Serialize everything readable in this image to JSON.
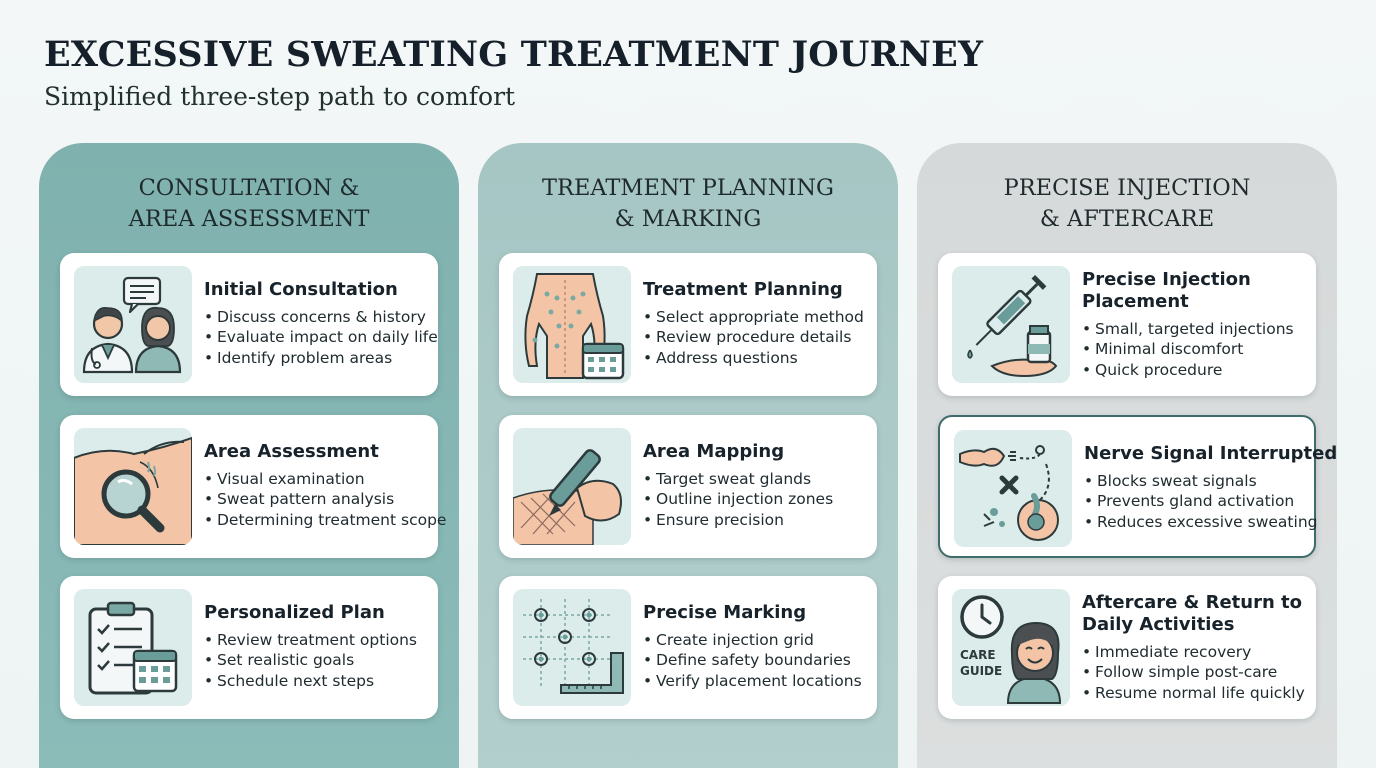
{
  "header": {
    "title": "EXCESSIVE SWEATING TREATMENT JOURNEY",
    "subtitle": "Simplified three-step path to comfort"
  },
  "columns": [
    {
      "heading_line1": "CONSULTATION &",
      "heading_line2": "AREA ASSESSMENT",
      "cards": [
        {
          "title": "Initial Consultation",
          "icon": "doctor-patient-icon",
          "bullets": [
            "Discuss concerns & history",
            "Evaluate impact on daily life",
            "Identify problem areas"
          ]
        },
        {
          "title": "Area Assessment",
          "icon": "magnifier-underarm-icon",
          "bullets": [
            "Visual examination",
            "Sweat pattern analysis",
            "Determining treatment scope"
          ]
        },
        {
          "title": "Personalized Plan",
          "icon": "clipboard-calendar-icon",
          "bullets": [
            "Review treatment options",
            "Set realistic goals",
            "Schedule next steps"
          ]
        }
      ]
    },
    {
      "heading_line1": "TREATMENT PLANNING",
      "heading_line2": "& MARKING",
      "cards": [
        {
          "title": "Treatment Planning",
          "icon": "body-map-calendar-icon",
          "bullets": [
            "Select appropriate method",
            "Review procedure details",
            "Address questions"
          ]
        },
        {
          "title": "Area Mapping",
          "icon": "marker-pen-icon",
          "bullets": [
            "Target sweat glands",
            "Outline injection zones",
            "Ensure precision"
          ]
        },
        {
          "title": "Precise Marking",
          "icon": "target-grid-icon",
          "bullets": [
            "Create injection grid",
            "Define safety boundaries",
            "Verify placement locations"
          ]
        }
      ]
    },
    {
      "heading_line1": "PRECISE INJECTION",
      "heading_line2": "& AFTERCARE",
      "cards": [
        {
          "title_line1": "Precise Injection",
          "title_line2": "Placement",
          "icon": "syringe-vial-icon",
          "bullets": [
            "Small, targeted injections",
            "Minimal discomfort",
            "Quick procedure"
          ]
        },
        {
          "title": "Nerve Signal Interrupted",
          "icon": "nerve-signal-icon",
          "bullets": [
            "Blocks sweat signals",
            "Prevents gland activation",
            "Reduces excessive sweating"
          ]
        },
        {
          "title_line1": "Aftercare & Return to",
          "title_line2": "Daily Activities",
          "icon": "clock-care-guide-icon",
          "icon_text_line1": "CARE",
          "icon_text_line2": "GUIDE",
          "bullets": [
            "Immediate recovery",
            "Follow simple post-care",
            "Resume normal life quickly"
          ]
        }
      ]
    }
  ]
}
